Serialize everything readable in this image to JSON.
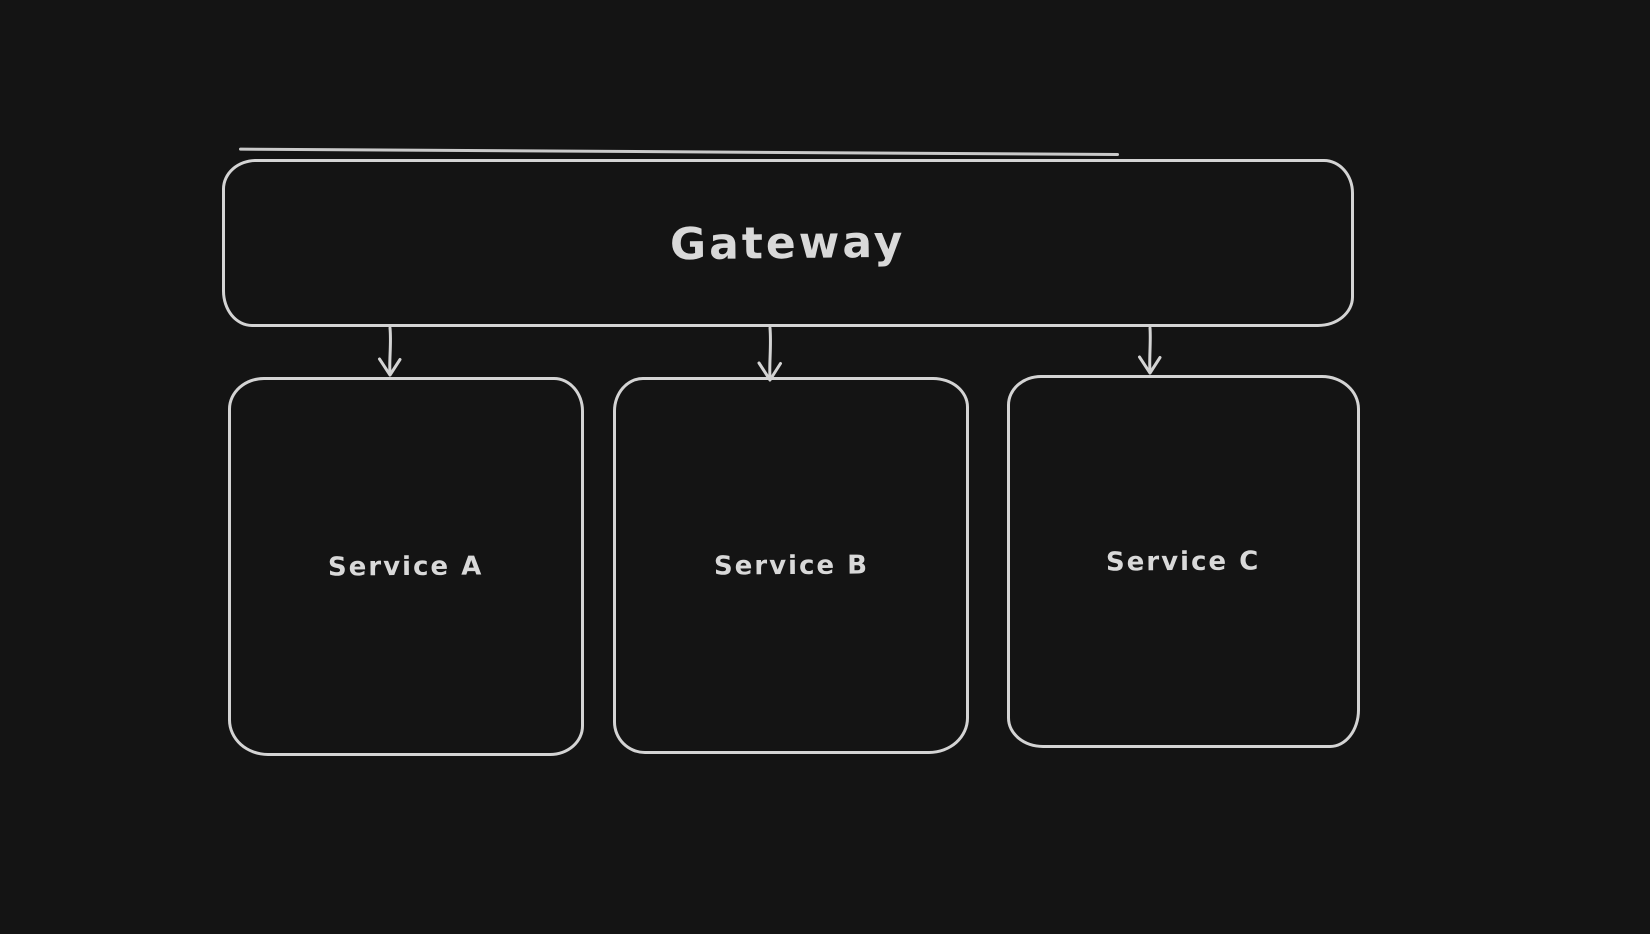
{
  "canvas": {
    "background_color": "#141414",
    "stroke_color": "#d4d4d4",
    "text_color": "#d9d9d9",
    "style": "hand-drawn-whiteboard-dark"
  },
  "diagram": {
    "type": "architecture-flowchart",
    "nodes": [
      {
        "id": "gateway",
        "label": "Gateway",
        "shape": "rounded-rectangle"
      },
      {
        "id": "service-a",
        "label": "Service A",
        "shape": "rounded-rectangle"
      },
      {
        "id": "service-b",
        "label": "Service B",
        "shape": "rounded-rectangle"
      },
      {
        "id": "service-c",
        "label": "Service C",
        "shape": "rounded-rectangle"
      }
    ],
    "edges": [
      {
        "from": "gateway",
        "to": "service-a",
        "style": "arrow-down"
      },
      {
        "from": "gateway",
        "to": "service-b",
        "style": "arrow-down"
      },
      {
        "from": "gateway",
        "to": "service-c",
        "style": "arrow-down"
      }
    ]
  }
}
